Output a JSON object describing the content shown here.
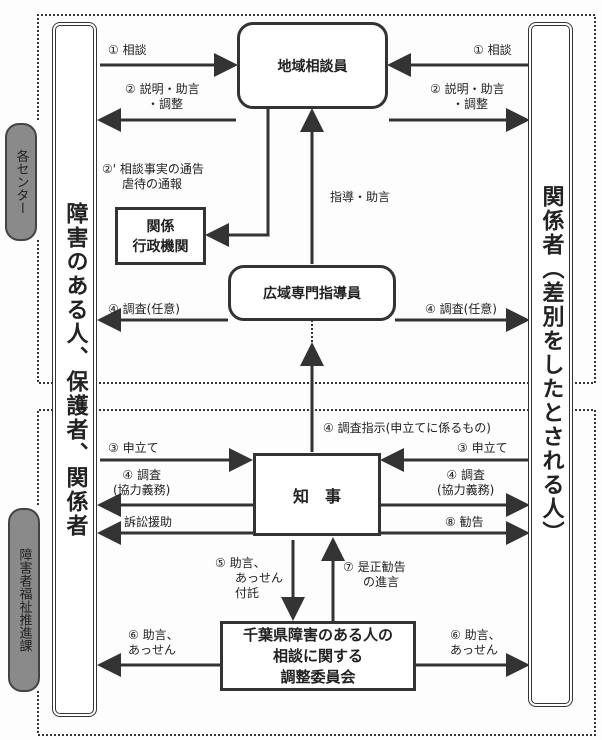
{
  "side_labels": {
    "top": "各センター",
    "bottom": "障害者福祉推進課"
  },
  "left_party": "障害のある人、保護者、関係者",
  "right_party": "関係者（差別をしたとされる人）",
  "boxes": {
    "local_counselor": "地域相談員",
    "admin_agency_1": "関係",
    "admin_agency_2": "行政機関",
    "regional_advisor": "広域専門指導員",
    "governor": "知　事",
    "committee_1": "千葉県障害のある人の",
    "committee_2": "相談に関する",
    "committee_3": "調整委員会"
  },
  "labels": {
    "consult_l": "① 相談",
    "consult_r": "① 相談",
    "explain_l_1": "② 説明・助言",
    "explain_l_2": "・調整",
    "explain_r_1": "② 説明・助言",
    "explain_r_2": "・調整",
    "notify_1": "②' 相談事実の通告",
    "notify_2": "虐待の通報",
    "guidance": "指導・助言",
    "survey_voluntary_l": "④ 調査(任意)",
    "survey_voluntary_r": "④ 調査(任意)",
    "survey_instruction": "④ 調査指示(申立てに係るもの)",
    "petition_l": "③ 申立て",
    "petition_r": "③ 申立て",
    "survey_l_1": "④ 調査",
    "survey_l_2": "(協力義務)",
    "survey_r_1": "④ 調査",
    "survey_r_2": "(協力義務)",
    "litigation": "訴訟援助",
    "recommend": "⑧ 勧告",
    "mediation_1": "⑤ 助言、",
    "mediation_2": "あっせん",
    "mediation_3": "付託",
    "correction_1": "⑦ 是正勧告",
    "correction_2": "の進言",
    "advice_l_1": "⑥ 助言、",
    "advice_l_2": "あっせん",
    "advice_r_1": "⑥ 助言、",
    "advice_r_2": "あっせん"
  }
}
